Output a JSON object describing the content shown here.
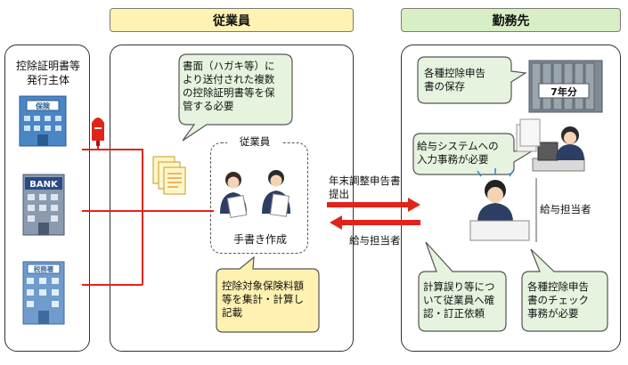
{
  "headers": {
    "employee": "従業員",
    "employer": "勤務先"
  },
  "issuer": {
    "title": "控除証明書等\n発行主体",
    "bank_label": "BANK",
    "insurance_label": "保険",
    "tax_office_label": "税務署"
  },
  "employee_panel": {
    "callout_documents": "書面（ハガキ等）に\nより送付された複数\nの控除証明書等を保\n管する必要",
    "group_label": "従業員",
    "handwriting_label": "手書き作成",
    "callout_calc": "控除対象保険料額\n等を集計・計算し\n記載"
  },
  "flows": {
    "submit_label": "年末調整申告書\n提出",
    "return_label": "給与担当者"
  },
  "employer_panel": {
    "callout_storage": "各種控除申告\n書の保存",
    "binder_label": "7年分",
    "callout_input": "給与システムへの\n入力事務が必要",
    "payroll_staff_label": "給与担当者",
    "callout_error": "計算誤り等につ\nいて従業員へ確\n認・訂正依頼",
    "callout_check": "各種控除申告\n書のチェック\n事務が必要"
  },
  "colors": {
    "employee_header": "#fff2b3",
    "employer_header": "#d8efc6",
    "callout_fill": "#e6f3de",
    "callout_yellow": "#fff1b0",
    "flow_red": "#e2231a"
  }
}
